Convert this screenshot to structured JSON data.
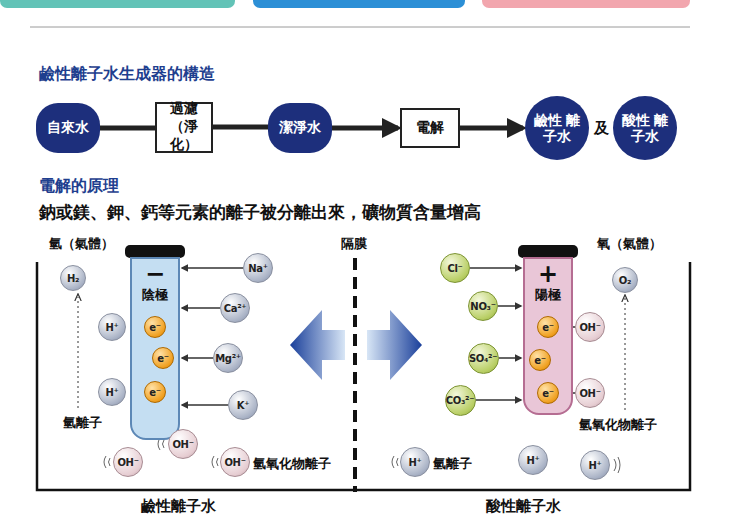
{
  "diagram": {
    "title": "鹼性離子水生成器的構造",
    "nodes": [
      {
        "text": [
          "自來水"
        ]
      },
      {
        "text": [
          "過濾 （淨化）"
        ]
      },
      {
        "text": [
          "潔淨水"
        ]
      },
      {
        "text": [
          "電解"
        ]
      },
      {
        "text": [
          "鹼性 離子水"
        ]
      },
      {
        "text": [
          "酸性 離子水"
        ]
      },
      {
        "text": [
          "H₂"
        ]
      },
      {
        "text": [
          "−",
          "陰極"
        ]
      },
      {
        "text": [
          "e⁻"
        ],
        "in": 7
      },
      {
        "text": [
          "e⁻"
        ],
        "in": 7
      },
      {
        "text": [
          "e⁻"
        ],
        "in": 7
      },
      {
        "text": [
          "H⁺"
        ]
      },
      {
        "text": [
          "H⁺"
        ]
      },
      {
        "text": [
          "Na⁺"
        ]
      },
      {
        "text": [
          "Ca²⁺"
        ]
      },
      {
        "text": [
          "Mg²⁺"
        ]
      },
      {
        "text": [
          "K⁺"
        ]
      },
      {
        "text": [
          "OH⁻"
        ]
      },
      {
        "text": [
          "OH⁻"
        ]
      },
      {
        "text": [
          "OH⁻"
        ]
      },
      {
        "text": [
          "O₂"
        ]
      },
      {
        "text": [
          "+",
          "陽極"
        ]
      },
      {
        "text": [
          "e⁻"
        ],
        "in": 21
      },
      {
        "text": [
          "e⁻"
        ],
        "in": 21
      },
      {
        "text": [
          "e⁻"
        ],
        "in": 21
      },
      {
        "text": [
          "Cl⁻"
        ]
      },
      {
        "text": [
          "NO₃⁻"
        ]
      },
      {
        "text": [
          "SO₄²⁻"
        ]
      },
      {
        "text": [
          "CO₃²⁻"
        ]
      },
      {
        "text": [
          "OH⁻"
        ]
      },
      {
        "text": [
          "OH⁻"
        ]
      },
      {
        "text": [
          "H⁺"
        ]
      },
      {
        "text": [
          "H⁺"
        ]
      },
      {
        "text": [
          "H⁺"
        ]
      }
    ],
    "edges": [
      {
        "from": 0,
        "to": 1,
        "arrow": "none"
      },
      {
        "from": 1,
        "to": 2,
        "arrow": "none"
      },
      {
        "from": 2,
        "to": 3,
        "arrow": "to"
      },
      {
        "from": 3,
        "to": 4,
        "arrow": "to"
      },
      {
        "from": 13,
        "to": 7,
        "arrow": "to"
      },
      {
        "from": 14,
        "to": 7,
        "arrow": "to"
      },
      {
        "from": 15,
        "to": 7,
        "arrow": "to"
      },
      {
        "from": 16,
        "to": 7,
        "arrow": "to"
      },
      {
        "from": 25,
        "to": 21,
        "arrow": "to"
      },
      {
        "from": 26,
        "to": 21,
        "arrow": "to"
      },
      {
        "from": 27,
        "to": 21,
        "arrow": "to"
      },
      {
        "from": 28,
        "to": 21,
        "arrow": "to"
      },
      {
        "from": 29,
        "to": 22,
        "arrow": "to"
      },
      {
        "from": 30,
        "to": 24,
        "arrow": "to"
      }
    ],
    "labels": [
      "電解的原理",
      "鈉或鎂、鉀、鈣等元素的離子被分離出來，礦物質含量增高",
      "氫（氣體）",
      "隔膜",
      "氧（氣體）",
      "氫離子",
      "氫氧化物離子",
      "氫離子",
      "氫氧化物離子",
      "鹼性離子水",
      "酸性離子水",
      "及"
    ]
  }
}
